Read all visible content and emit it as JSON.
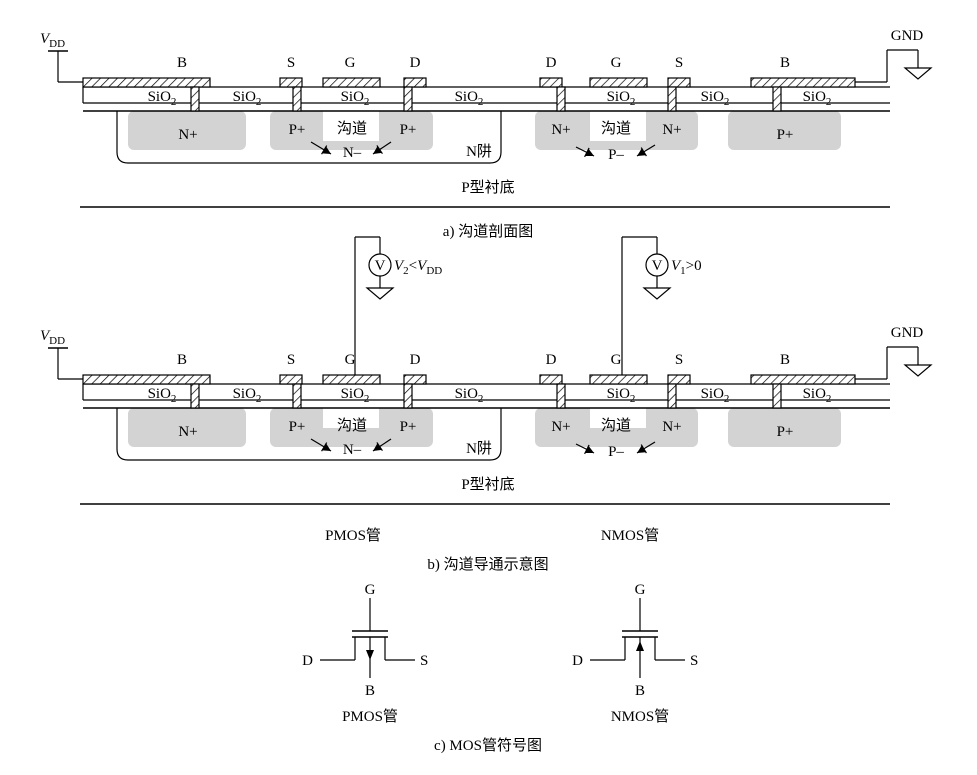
{
  "colors": {
    "stroke": "#000000",
    "diffusion": "#d3d3d3",
    "background": "#ffffff"
  },
  "icons": [
    "ground-icon",
    "voltmeter-icon",
    "junction-arrow-icon"
  ],
  "supply": {
    "vdd_main": "V",
    "vdd_sub": "DD",
    "gnd": "GND"
  },
  "terminals": {
    "b": "B",
    "s": "S",
    "g": "G",
    "d": "D"
  },
  "oxide": {
    "main": "SiO",
    "sub": "2"
  },
  "regions": {
    "n_plus": "N+",
    "p_plus": "P+",
    "channel": "沟道",
    "n_minus": "N–",
    "p_minus": "P–",
    "n_well": "N阱",
    "substrate": "P型衬底"
  },
  "meter": {
    "symbol": "V",
    "v2_main": "V",
    "v2_sub": "2",
    "v2_rel": "<",
    "v2_ref_main": "V",
    "v2_ref_sub": "DD",
    "v1_main": "V",
    "v1_sub": "1",
    "v1_rel": ">0"
  },
  "captions": {
    "a": "a) 沟道剖面图",
    "b": "b) 沟道导通示意图",
    "c": "c) MOS管符号图"
  },
  "devices": {
    "pmos": "PMOS管",
    "nmos": "NMOS管"
  },
  "symbols": {
    "g": "G",
    "d": "D",
    "s": "S",
    "b": "B"
  }
}
